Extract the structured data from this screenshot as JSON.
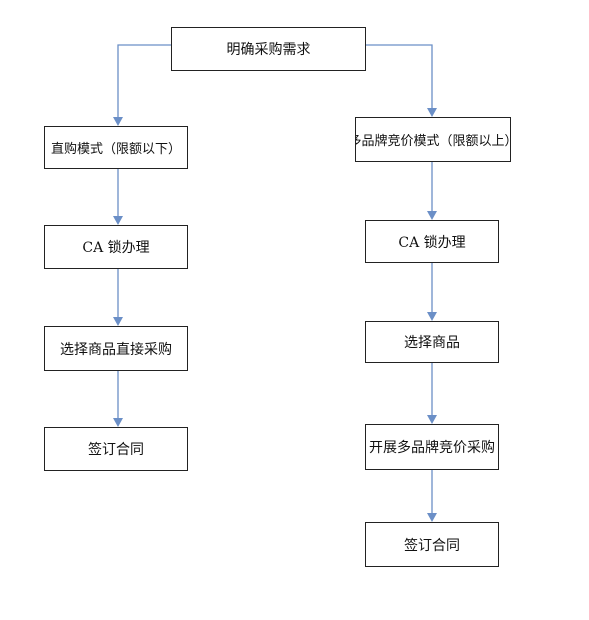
{
  "flowchart": {
    "root": {
      "label": "明确采购需求"
    },
    "left_branch": {
      "mode": "直购模式（限额以下）",
      "steps": [
        "CA 锁办理",
        "选择商品直接采购",
        "签订合同"
      ]
    },
    "right_branch": {
      "mode": "多品牌竞价模式（限额以上）",
      "steps": [
        "CA 锁办理",
        "选择商品",
        "开展多品牌竞价采购",
        "签订合同"
      ]
    },
    "colors": {
      "box_border": "#222222",
      "connector": "#6b8fc7",
      "background": "#ffffff",
      "text": "#111111"
    }
  }
}
